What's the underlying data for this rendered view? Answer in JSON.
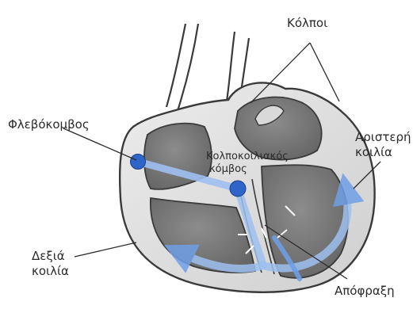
{
  "labels": {
    "atria": "Κόλποι",
    "sa_node": "Φλεβόκομβος",
    "av_node_line1": "Κολποκοιλιακός",
    "av_node_line2": "κόμβος",
    "left_ventricle_line1": "Αριστερή",
    "left_ventricle_line2": "κοιλία",
    "right_ventricle_line1": "Δεξιά",
    "right_ventricle_line2": "κοιλία",
    "repolarization": "Απόφραξη"
  },
  "colors": {
    "chamber": "#7d7d7d",
    "chamber_dark": "#5a5a5a",
    "wall": "#dcdcdc",
    "outline": "#3a3a3a",
    "node": "#2f64c8",
    "conduction": "#9ec0f0",
    "arrow": "#6f9fe6"
  }
}
